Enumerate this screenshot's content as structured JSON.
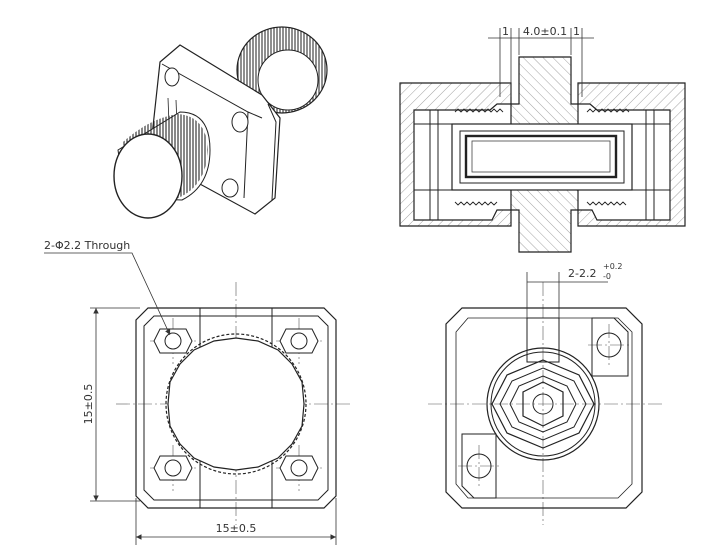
{
  "figure": {
    "colors": {
      "line": "#2a2a2a",
      "dim": "#444444",
      "hatch": "#7a7a7a",
      "center": "#555555",
      "background": "#ffffff"
    }
  },
  "views": {
    "isometric": {
      "name": "isometric-view"
    },
    "section": {
      "dims": {
        "left_gap": "1",
        "center": "4.0±0.1",
        "right_gap": "1"
      }
    },
    "front": {
      "hole_callout": "2-Φ2.2 Through",
      "height_dim": "15±0.5",
      "width_dim": "15±0.5"
    },
    "rear": {
      "slot_dim_main": "2-2.2",
      "slot_dim_upper": "+0.2",
      "slot_dim_lower": "-0"
    }
  }
}
